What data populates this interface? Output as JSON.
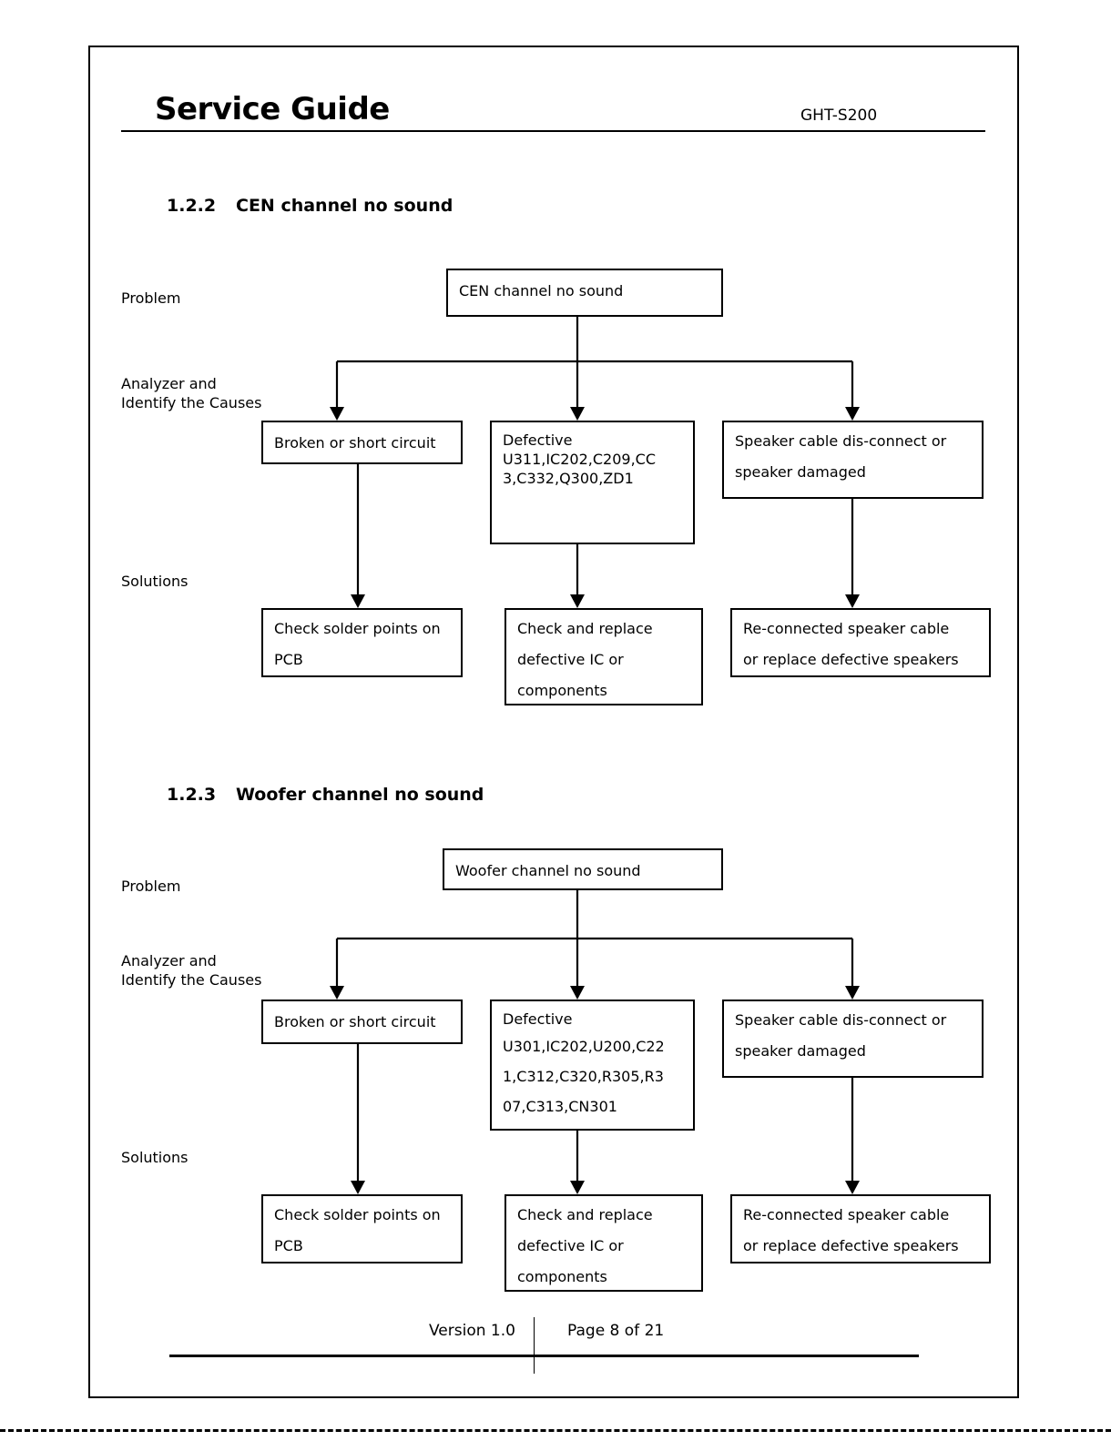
{
  "header": {
    "title": "Service Guide",
    "model": "GHT-S200"
  },
  "sections": [
    {
      "number": "1.2.2",
      "title": "CEN channel no sound",
      "row_labels": {
        "problem": "Problem",
        "analyze": "Analyzer and\nIdentify the Causes",
        "solutions": "Solutions"
      },
      "problem_box": "CEN channel no sound",
      "causes": [
        {
          "lines": [
            "Broken or short circuit"
          ]
        },
        {
          "lines": [
            "Defective",
            "U311,IC202,C209,CC",
            "3,C332,Q300,ZD1"
          ]
        },
        {
          "lines": [
            "Speaker cable dis-connect or",
            "speaker damaged"
          ]
        }
      ],
      "solutions": [
        {
          "lines": [
            "Check solder points on",
            "PCB"
          ]
        },
        {
          "lines": [
            "Check and replace",
            "defective IC or",
            "components"
          ]
        },
        {
          "lines": [
            "Re-connected speaker cable",
            "or replace defective speakers"
          ]
        }
      ]
    },
    {
      "number": "1.2.3",
      "title": "Woofer channel no sound",
      "row_labels": {
        "problem": "Problem",
        "analyze": "Analyzer and\nIdentify the Causes",
        "solutions": "Solutions"
      },
      "problem_box": "Woofer channel no sound",
      "causes": [
        {
          "lines": [
            "Broken or short circuit"
          ]
        },
        {
          "lines": [
            "Defective",
            "U301,IC202,U200,C22",
            "1,C312,C320,R305,R3",
            "07,C313,CN301"
          ]
        },
        {
          "lines": [
            "Speaker cable dis-connect or",
            "speaker damaged"
          ]
        }
      ],
      "solutions": [
        {
          "lines": [
            "Check solder points on",
            "PCB"
          ]
        },
        {
          "lines": [
            "Check and replace",
            "defective IC or",
            "components"
          ]
        },
        {
          "lines": [
            "Re-connected speaker cable",
            "or replace defective speakers"
          ]
        }
      ]
    }
  ],
  "footer": {
    "version": "Version 1.0",
    "page": "Page 8 of 21"
  }
}
